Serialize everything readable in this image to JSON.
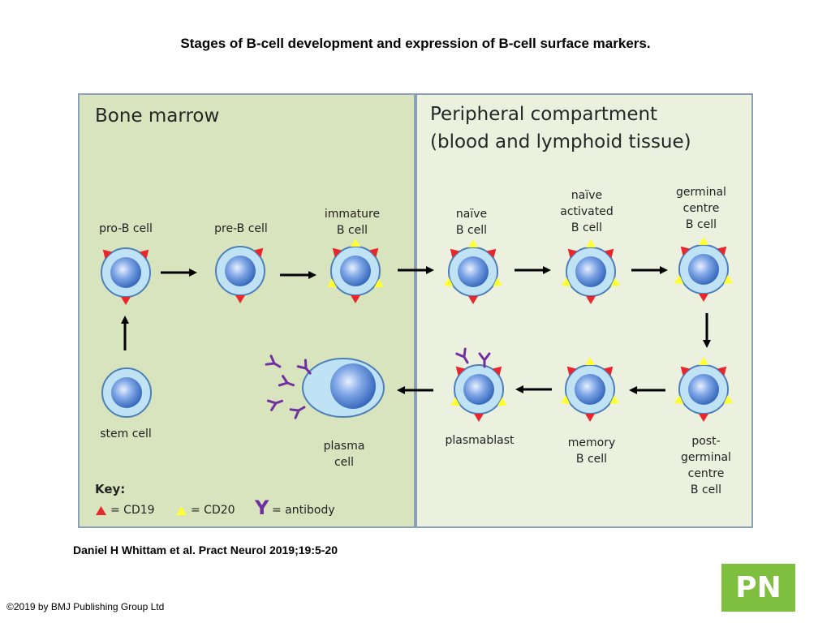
{
  "title": "Stages of B-cell development and expression of B-cell surface markers.",
  "panels": {
    "bone_marrow": "Bone marrow",
    "peripheral": "Peripheral compartment\n(blood and lymphoid tissue)"
  },
  "stages": {
    "pro_b": "pro-B cell",
    "pre_b": "pre-B cell",
    "immature": "immature\nB cell",
    "naive": "naïve\nB cell",
    "naive_activated": "naïve\nactivated\nB cell",
    "germinal": "germinal\ncentre\nB cell",
    "stem": "stem cell",
    "plasma": "plasma\ncell",
    "plasmablast": "plasmablast",
    "memory": "memory\nB cell",
    "post_germinal": "post-\ngerminal\ncentre\nB cell"
  },
  "key": {
    "heading": "Key:",
    "cd19": "= CD19",
    "cd20": "= CD20",
    "antibody": "= antibody",
    "antibody_glyph": "Y"
  },
  "colors": {
    "bone_marrow_bg": "#d7e4bd",
    "peripheral_bg": "#ebf1de",
    "cd19_marker": "#e8262b",
    "cd20_marker": "#ffff33",
    "antibody": "#7030a0",
    "cell_body": "#bfe3f5",
    "nucleus": "#3d78c8",
    "logo_bg": "#7fbf3f"
  },
  "citation": "Daniel H Whittam et al. Pract Neurol 2019;19:5-20",
  "copyright": "©2019 by BMJ Publishing Group Ltd",
  "logo": "PN"
}
